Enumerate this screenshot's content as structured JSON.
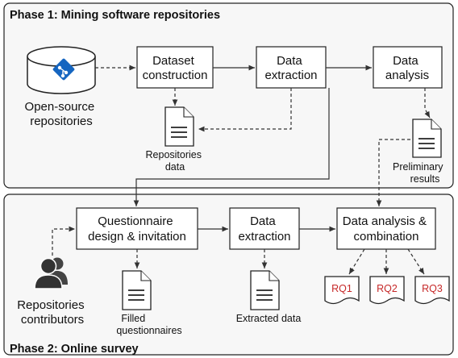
{
  "phase1": {
    "title": "Phase 1: Mining software repositories",
    "source_caption": [
      "Open-source",
      "repositories"
    ],
    "boxes": {
      "dataset_construction": [
        "Dataset",
        "construction"
      ],
      "data_extraction": [
        "Data",
        "extraction"
      ],
      "data_analysis": [
        "Data",
        "analysis"
      ]
    },
    "documents": {
      "repositories_data": [
        "Repositories",
        "data"
      ],
      "preliminary_results": [
        "Preliminary",
        "results"
      ]
    }
  },
  "phase2": {
    "title": "Phase 2: Online survey",
    "contributors_caption": [
      "Repositories",
      "contributors"
    ],
    "boxes": {
      "questionnaire": [
        "Questionnaire",
        "design & invitation"
      ],
      "data_extraction": [
        "Data",
        "extraction"
      ],
      "data_analysis": [
        "Data analysis &",
        "combination"
      ]
    },
    "documents": {
      "filled_questionnaires": [
        "Filled",
        "questionnaires"
      ],
      "extracted_data": [
        "Extracted data"
      ]
    },
    "research_questions": [
      "RQ1",
      "RQ2",
      "RQ3"
    ]
  },
  "colors": {
    "git_icon": "#1565c0",
    "rq_text": "#c62828"
  },
  "icons": [
    "database-icon",
    "git-icon",
    "document-icon",
    "users-icon"
  ]
}
